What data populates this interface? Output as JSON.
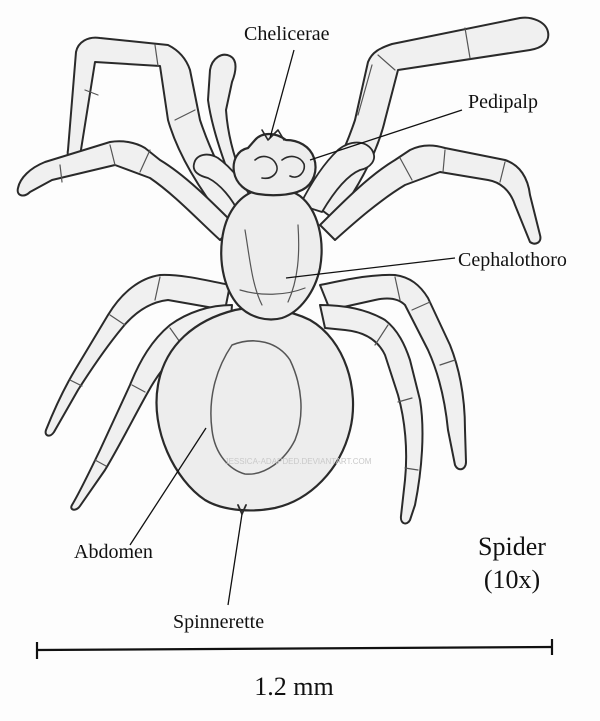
{
  "labels": {
    "chelicerae": "Chelicerae",
    "pedipalp": "Pedipalp",
    "cephalothorax": "Cephalothoro",
    "abdomen": "Abdomen",
    "spinnerette": "Spinnerette"
  },
  "caption": {
    "title": "Spider",
    "magnification": "(10x)"
  },
  "scale_bar": {
    "label": "1.2 mm"
  },
  "watermark": "JESSICA-ADAPDED.DEVIANTART.COM",
  "colors": {
    "ink": "#111111",
    "pencil": "#2a2a2a",
    "paper": "#fdfdfd"
  }
}
